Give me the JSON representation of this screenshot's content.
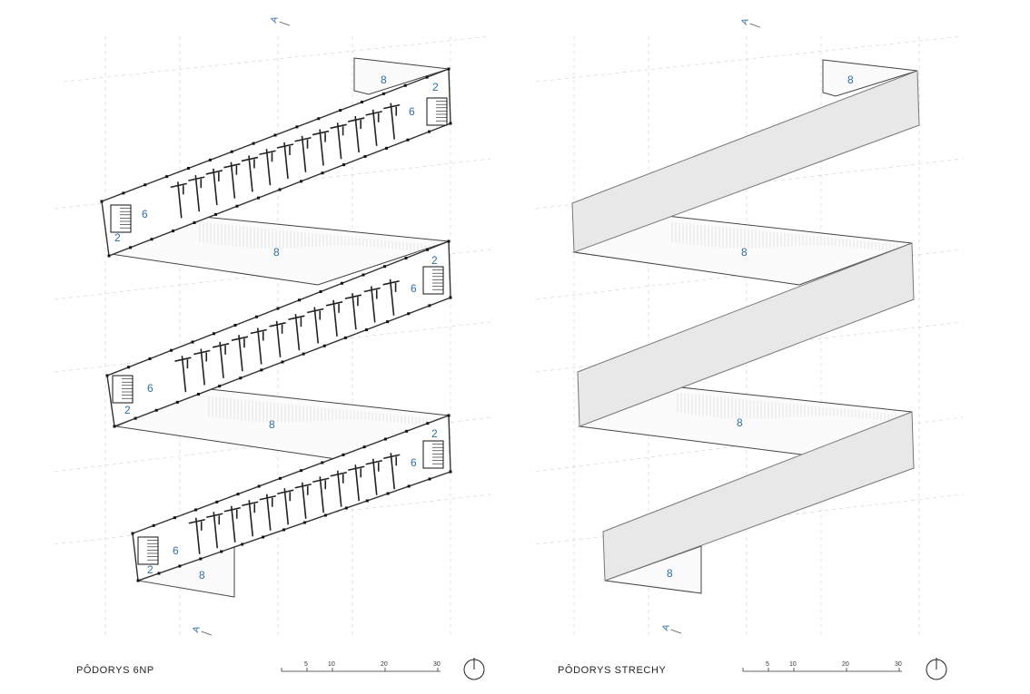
{
  "plans": [
    {
      "title": "PÔDORYS 6NP",
      "labels": {
        "stair": "2",
        "lobby": "6",
        "terrace": "8"
      },
      "scale": [
        "5",
        "10",
        "20",
        "30"
      ],
      "section": "A"
    },
    {
      "title": "PÔDORYS STRECHY",
      "labels": {
        "terrace": "8"
      },
      "scale": [
        "5",
        "10",
        "20",
        "30"
      ],
      "section": "A"
    }
  ],
  "colors": {
    "line": "#333333",
    "grid": "#d0d0d0",
    "label": "#2f6fa8",
    "roof_fill": "#e8e8e8"
  }
}
